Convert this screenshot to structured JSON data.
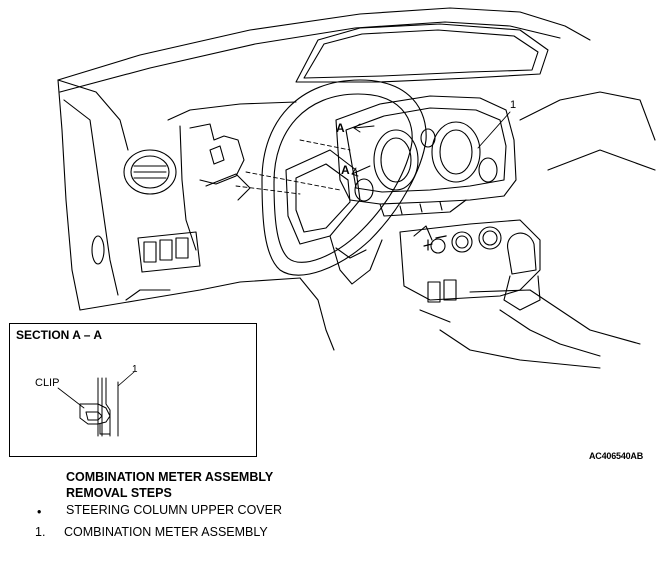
{
  "diagram": {
    "callouts": {
      "part_number": "1",
      "section_arrow_top": "A",
      "section_arrow_bottom": "A"
    },
    "section_view": {
      "title": "SECTION A – A",
      "clip_label": "CLIP",
      "part_number": "1"
    },
    "figure_code": "AC406540AB"
  },
  "procedure": {
    "title_line_1": "COMBINATION METER ASSEMBLY",
    "title_line_2": "REMOVAL STEPS",
    "steps": [
      {
        "marker": "•",
        "text": "STEERING COLUMN UPPER COVER"
      },
      {
        "marker": "1.",
        "text": "COMBINATION METER ASSEMBLY"
      }
    ]
  }
}
